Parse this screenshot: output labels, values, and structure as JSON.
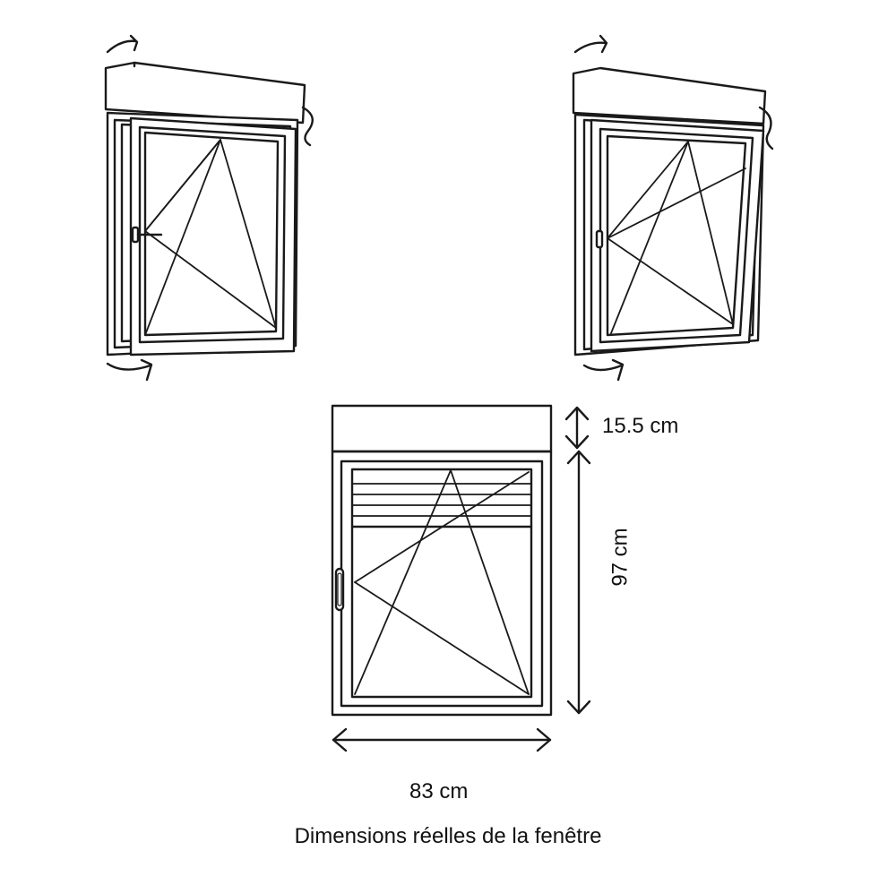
{
  "dimensions": {
    "shutter_box_height": "15.5 cm",
    "window_height": "97 cm",
    "window_width": "83 cm"
  },
  "caption": "Dimensions réelles de la fenêtre"
}
